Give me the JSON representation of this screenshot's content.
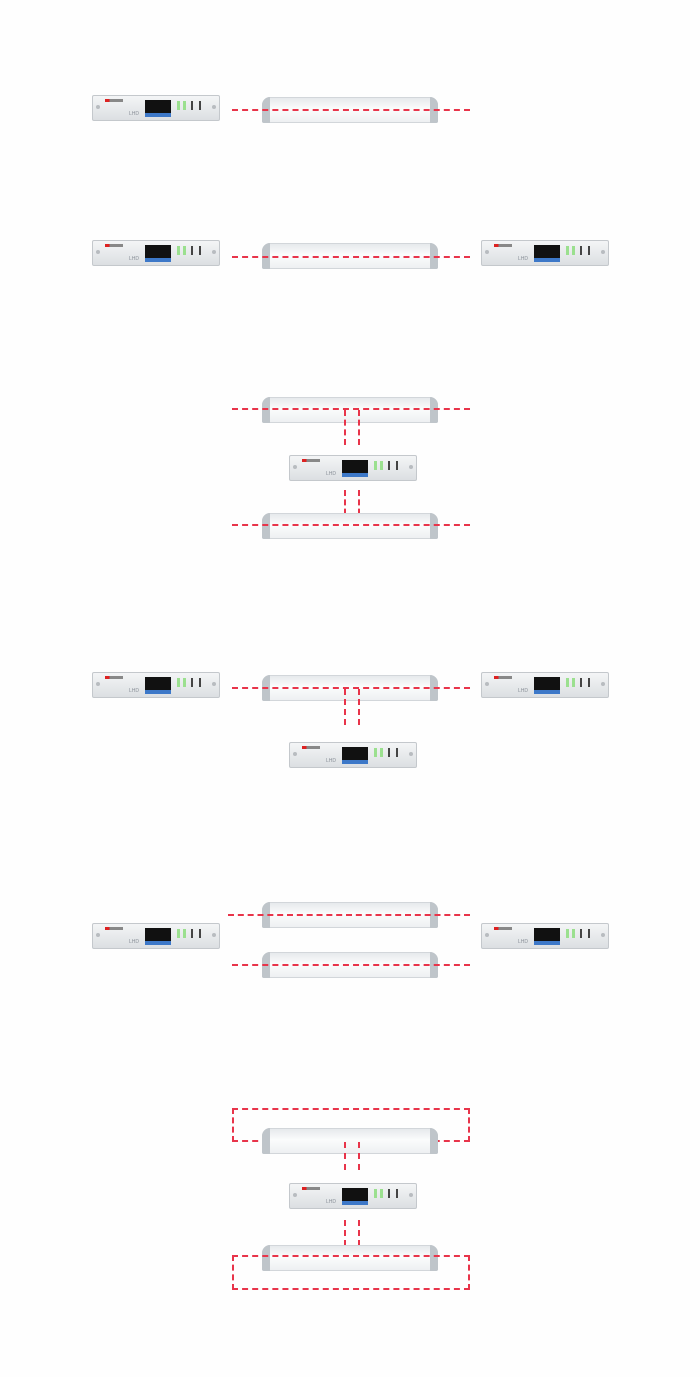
{
  "device": {
    "brand_logo": "brand",
    "model_label": "LHD"
  },
  "colors": {
    "link": "#e8344a",
    "screen": "#111111",
    "keypad": "#3d78c8",
    "led": "#9be08f"
  },
  "configurations": [
    {
      "id": 1,
      "devices": [
        "left"
      ],
      "pipes": 1
    },
    {
      "id": 2,
      "devices": [
        "left",
        "right"
      ],
      "pipes": 1
    },
    {
      "id": 3,
      "devices": [
        "center"
      ],
      "pipes": 2
    },
    {
      "id": 4,
      "devices": [
        "left",
        "right",
        "center"
      ],
      "pipes": 1
    },
    {
      "id": 5,
      "devices": [
        "left",
        "right"
      ],
      "pipes": 2
    },
    {
      "id": 6,
      "devices": [
        "center"
      ],
      "pipes": 2,
      "loops": 2
    }
  ]
}
